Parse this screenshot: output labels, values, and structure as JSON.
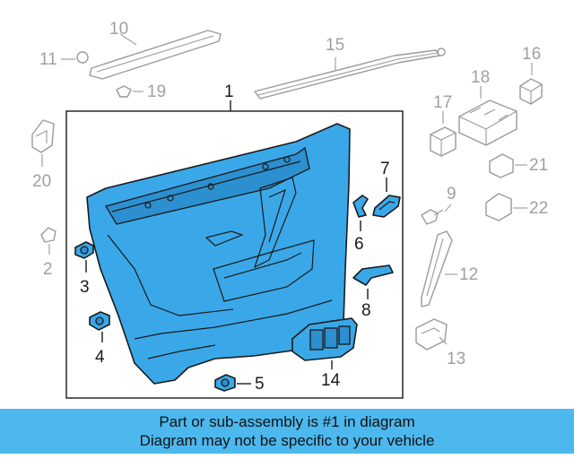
{
  "callouts": {
    "c1": "1",
    "c2": "2",
    "c3": "3",
    "c4": "4",
    "c5": "5",
    "c6": "6",
    "c7": "7",
    "c8": "8",
    "c9": "9",
    "c10": "10",
    "c11": "11",
    "c12": "12",
    "c13": "13",
    "c14": "14",
    "c15": "15",
    "c16": "16",
    "c17": "17",
    "c18": "18",
    "c19": "19",
    "c20": "20",
    "c21": "21",
    "c22": "22"
  },
  "banner": {
    "line1": "Part or sub-assembly is #1 in diagram",
    "line2": "Diagram may not be specific to your vehicle"
  },
  "colors": {
    "highlight_part": "#3aa8e8",
    "banner_background": "#4cb8ee",
    "active_callout": "#1a1a1a",
    "inactive_callout": "#a0a0a0"
  }
}
